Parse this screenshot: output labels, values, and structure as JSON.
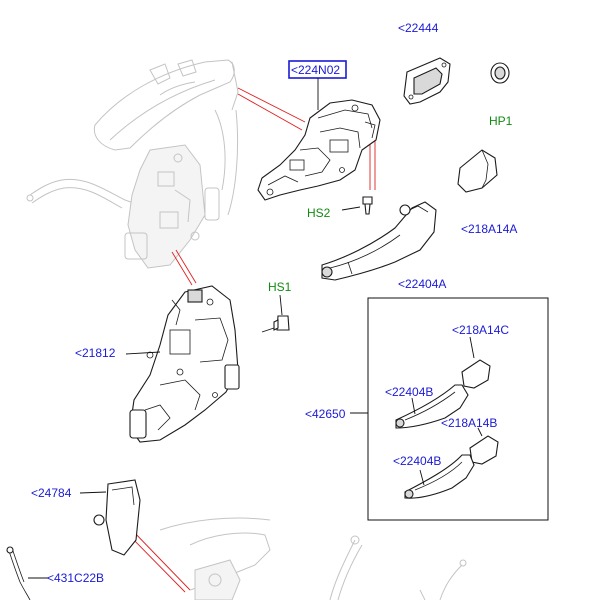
{
  "callouts": {
    "c224n02": "<224N02",
    "c22444": "<22444",
    "hp1": "HP1",
    "hs2": "HS2",
    "c218a14a": "<218A14A",
    "c22404a": "<22404A",
    "hs1": "HS1",
    "c21812": "<21812",
    "c218a14c": "<218A14C",
    "c22404b_1": "<22404B",
    "c42650": "<42650",
    "c218a14b": "<218A14B",
    "c22404b_2": "<22404B",
    "c24784": "<24784",
    "c431c22b": "<431C22B"
  },
  "colors": {
    "callout_blue": "#1a1ad6",
    "callout_green": "#128a12",
    "highlight_box": "#1a1ad6",
    "leader_red": "#e02020"
  }
}
